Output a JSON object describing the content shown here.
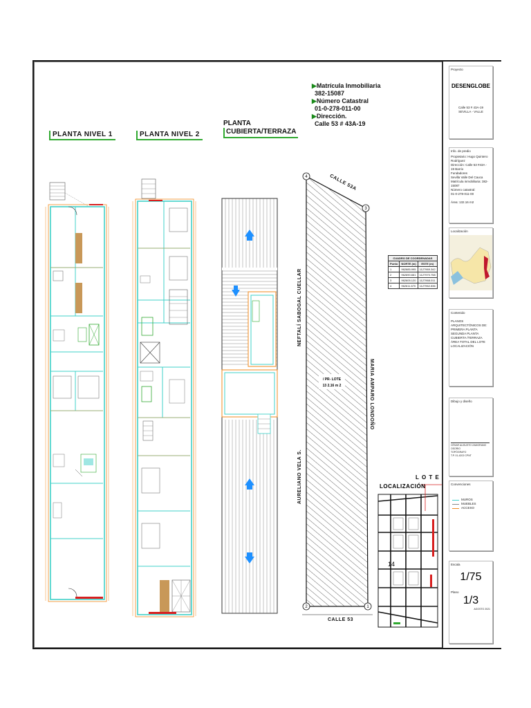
{
  "plans": {
    "level1_title": "PLANTA  NIVEL 1",
    "level2_title": "PLANTA  NIVEL 2",
    "roof_title_l1": "PLANTA",
    "roof_title_l2": "CUBIERTA/TERRAZA"
  },
  "property_notes": {
    "matricula_label": "Matrícula Inmobiliaria",
    "matricula_value": "382-15087",
    "catastral_label": "Número Catastral",
    "catastral_value": "01-0-278-011-00",
    "direccion_label": "Dirección.",
    "direccion_value": "Calle 53 #  43A-19"
  },
  "lot": {
    "streets": {
      "top": "CALLE 53A",
      "bottom": "CALLE 53",
      "left_upper": "NEFTALÍ SABOGAL CUELLAR",
      "left_lower": "AURELIANO VELA S.",
      "right": "MARIA AMPARO LONDOÑO"
    },
    "corners": [
      "4",
      "3",
      "2",
      "1"
    ],
    "area_label_1": "/ PR- LOTE",
    "area_label_2": "13 2.16 m 2"
  },
  "coordinates_table": {
    "title": "CUADRO DE COORDENADAS",
    "headers": [
      "Punto",
      "NORTE (m)",
      "ESTE (m)"
    ],
    "rows": [
      [
        "1",
        "962685.995",
        "1127969.342"
      ],
      [
        "2",
        "962690.661",
        "1127970.758"
      ],
      [
        "3",
        "962605.120",
        "1127968.011"
      ],
      [
        "4",
        "962611.670",
        "1127962.836"
      ]
    ]
  },
  "location": {
    "title": "LOCALIZACIÓN",
    "lote_label": "L O T E",
    "block_number": "14"
  },
  "title_block": {
    "proyecto_label": "Proyecto",
    "project_name": "DESENGLOBE",
    "project_address_1": "Calle 53 # 43A-19",
    "project_address_2": "SEVILLA - VALLE",
    "info_label": "Info. de predio",
    "info_lines": [
      "Propietario: Hugo Quintero Rodríguez",
      "Dirección: Calle 53 #43A - 19 Barrio",
      "Fundadores",
      "Sevilla Valle Del Cauca",
      "Matrícula inmobiliaria: 382-15087",
      "Número catastral:",
      "01-0-278-011-00",
      "Área: 132.16 m2"
    ],
    "localizacion_label": "Localización",
    "contenido_label": "Contenido",
    "contenido_lines": [
      "PLANOS ARQUITECTÓNICOS DE:",
      "PRIMERA PLANTA",
      "SEGUNDA PLANTA",
      "CUBIERTA /TERRAZA",
      "ÁREA TOTAL DEL LOTE",
      "LOCALIZACIÓN"
    ],
    "dibujo_label": "Dibujo y diseño",
    "designer_line_1": "CÉSAR AUGUSTO ZAMORANO OSORIO",
    "designer_line_2": "TOPÓGRAFO",
    "designer_line_3": "T.P. 01-4202 CPNT",
    "convenciones_label": "Convenciones",
    "conventions": [
      "MUROS",
      "MUEBLES",
      "ACCESO"
    ],
    "escala_label": "Escala",
    "scale": "1/75",
    "plano_label": "Plano",
    "sheet": "1/3",
    "date": "AGOSTO 2021"
  },
  "colors": {
    "wall_cyan": "#3fd0c8",
    "orange_line": "#f08a1e",
    "red_line": "#d81e1e",
    "green_mark": "#2fa82f",
    "furniture_tan": "#c89858",
    "arrow_blue": "#1e90ff",
    "map_red": "#c0182c"
  }
}
